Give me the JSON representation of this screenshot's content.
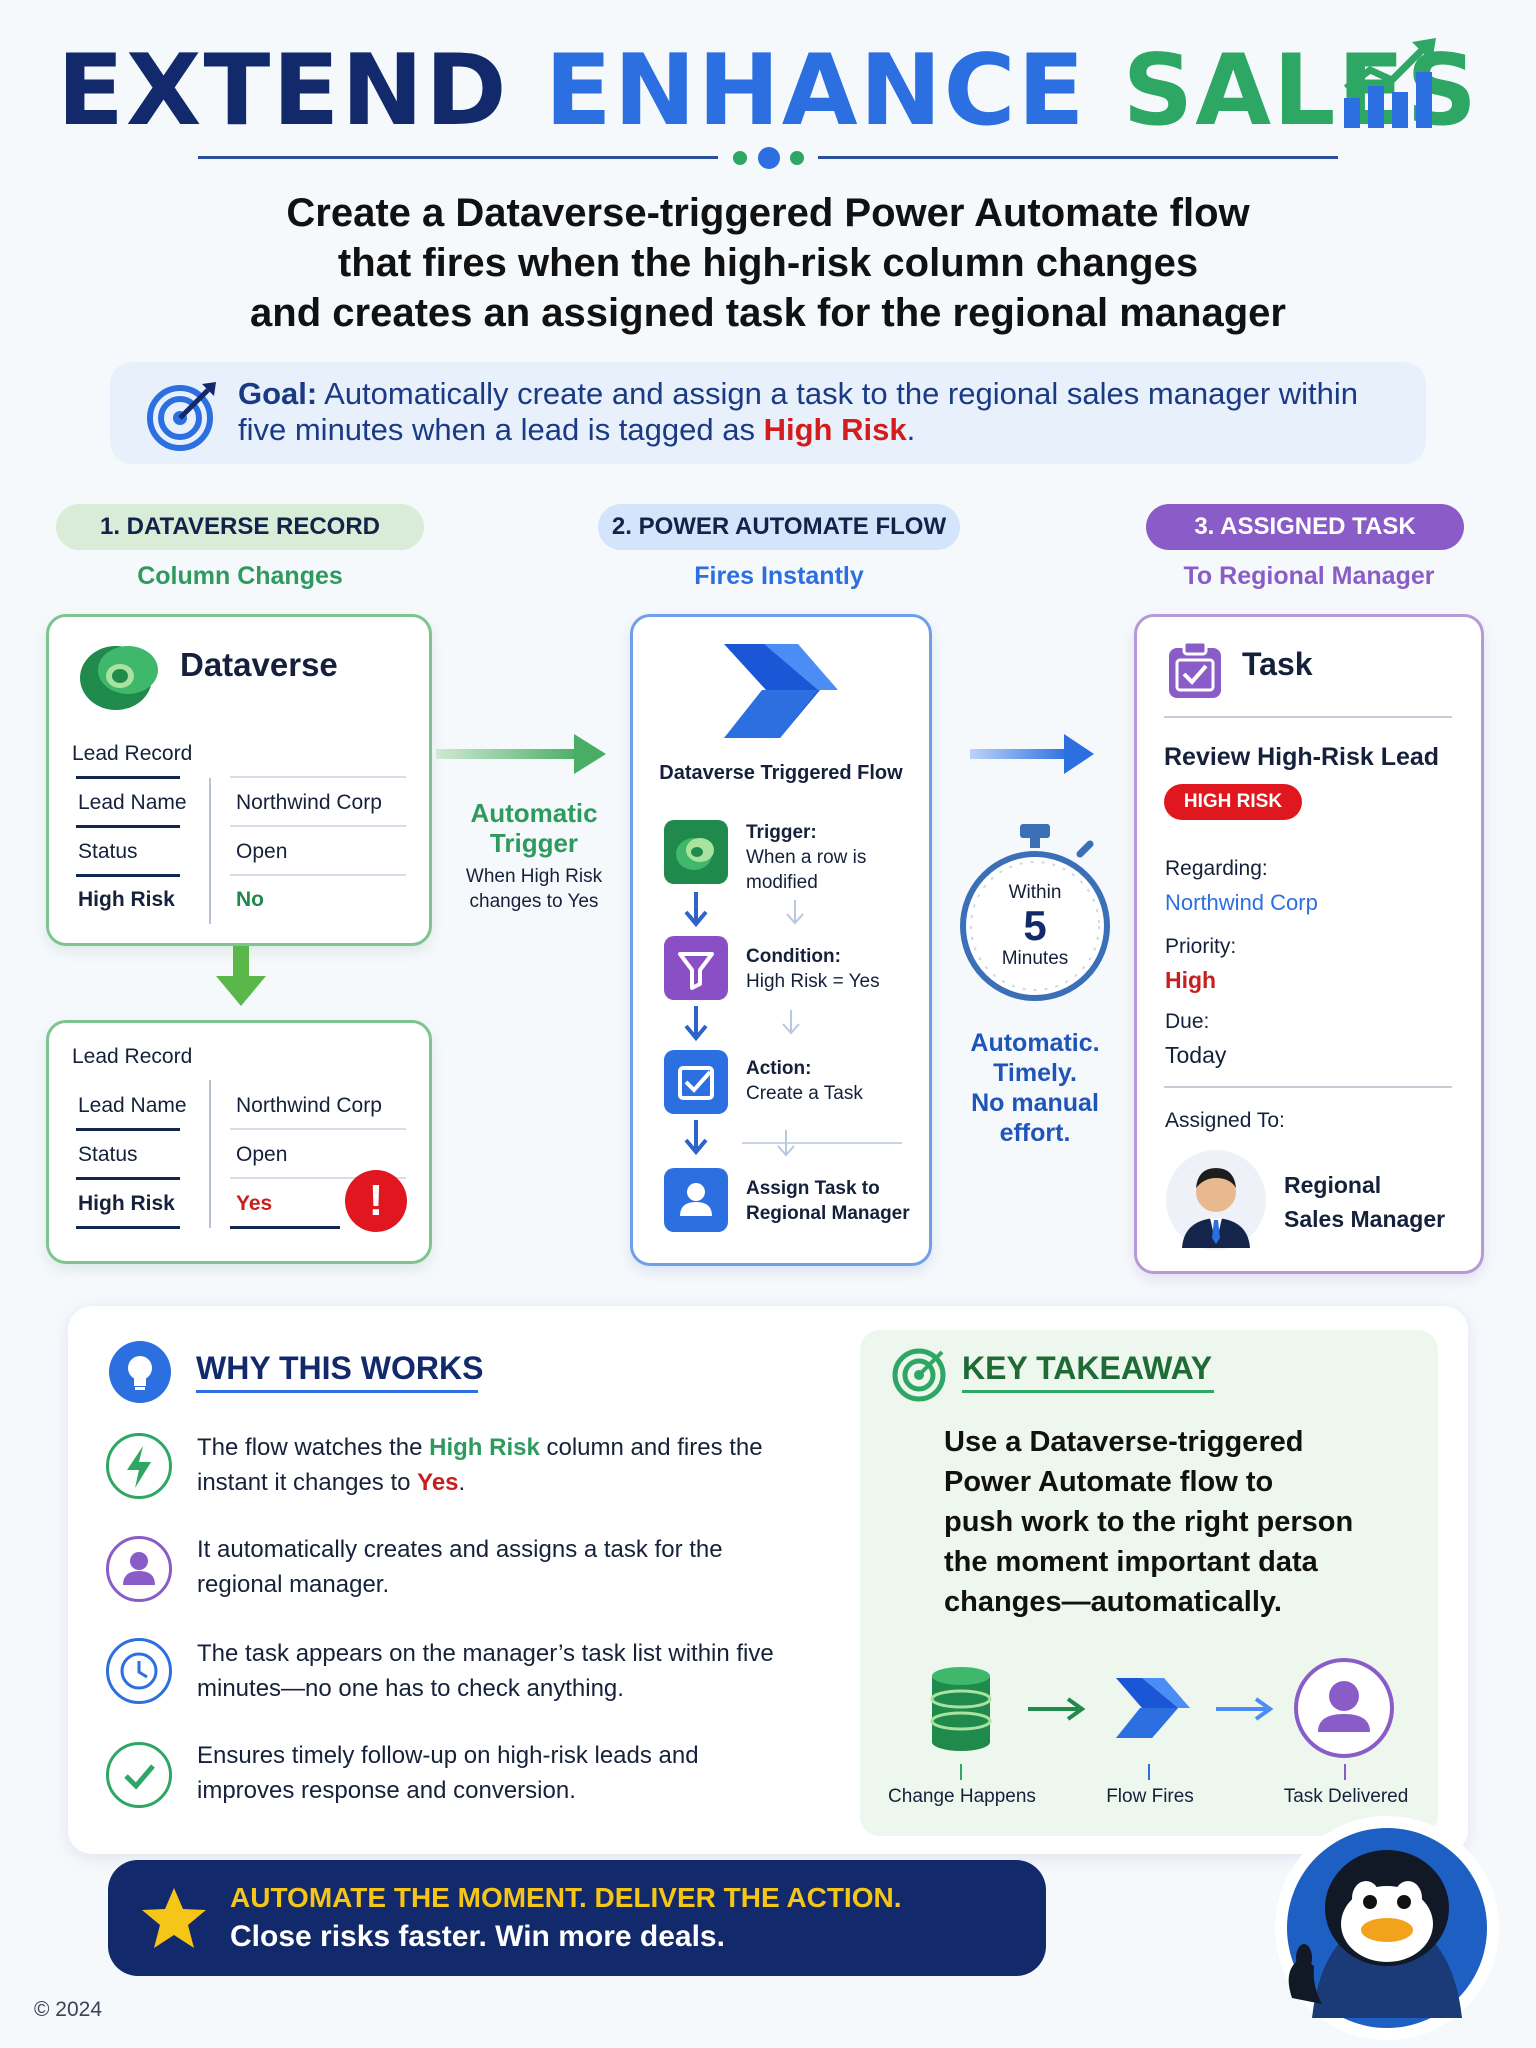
{
  "header": {
    "title_part1": "EXTEND",
    "title_part2": "ENHANCE",
    "title_part3": "SALES",
    "subtitle_line1": "Create a Dataverse-triggered Power Automate flow",
    "subtitle_line2": "that fires when the high-risk column changes",
    "subtitle_line3": "and creates an assigned task for the regional manager"
  },
  "goal": {
    "label": "Goal:",
    "text_before": "Automatically create and assign a task to the regional sales manager within five minutes when a lead is tagged as",
    "highlight": "High Risk",
    "text_after": "."
  },
  "steps": [
    {
      "pill": "1. DATAVERSE RECORD",
      "sub": "Column Changes"
    },
    {
      "pill": "2. POWER AUTOMATE FLOW",
      "sub": "Fires Instantly"
    },
    {
      "pill": "3. ASSIGNED TASK",
      "sub": "To Regional Manager"
    }
  ],
  "dataverse": {
    "name": "Dataverse",
    "record_title": "Lead Record",
    "rows": [
      {
        "label": "Lead Name",
        "value": "Northwind Corp"
      },
      {
        "label": "Status",
        "value": "Open"
      },
      {
        "label": "High Risk",
        "value": "No"
      }
    ],
    "record2_title": "Lead Record",
    "rows2": [
      {
        "label": "Lead Name",
        "value": "Northwind Corp"
      },
      {
        "label": "Status",
        "value": "Open"
      },
      {
        "label": "High Risk",
        "value": "Yes"
      }
    ],
    "alert_mark": "!"
  },
  "trigger_note": {
    "title_line1": "Automatic",
    "title_line2": "Trigger",
    "desc_line1": "When High Risk",
    "desc_line2": "changes to Yes"
  },
  "flow": {
    "title": "Dataverse Triggered Flow",
    "steps": [
      {
        "title": "Trigger:",
        "line1": "When a row is",
        "line2": "modified"
      },
      {
        "title": "Condition:",
        "line1": "High Risk = Yes",
        "line2": ""
      },
      {
        "title": "Action:",
        "line1": "Create a Task",
        "line2": ""
      },
      {
        "title": "Assign Task to",
        "line1": "Regional Manager",
        "line2": ""
      }
    ]
  },
  "timer": {
    "within": "Within",
    "number": "5",
    "unit": "Minutes",
    "caption_line1": "Automatic.",
    "caption_line2": "Timely.",
    "caption_line3": "No manual",
    "caption_line4": "effort."
  },
  "task": {
    "header": "Task",
    "title": "Review High-Risk Lead",
    "badge": "HIGH RISK",
    "regarding_label": "Regarding:",
    "regarding_value": "Northwind Corp",
    "priority_label": "Priority:",
    "priority_value": "High",
    "due_label": "Due:",
    "due_value": "Today",
    "assigned_label": "Assigned To:",
    "assignee_line1": "Regional",
    "assignee_line2": "Sales Manager"
  },
  "why": {
    "heading": "WHY THIS WORKS",
    "item1": {
      "a": "The flow watches the ",
      "b": "High Risk",
      "c": " column and fires the instant it changes to ",
      "d": "Yes",
      "e": "."
    },
    "item2": "It automatically creates and assigns a task for the regional manager.",
    "item3": "The task appears on the manager’s task list within five minutes—no one has to check anything.",
    "item4": "Ensures timely follow-up on high-risk leads and improves response and conversion."
  },
  "takeaway": {
    "heading": "KEY TAKEAWAY",
    "line1": "Use a Dataverse-triggered",
    "line2": "Power Automate flow to",
    "line3": "push work to the right person",
    "line4": "the moment important data",
    "line5": "changes—automatically.",
    "labels": [
      "Change Happens",
      "Flow Fires",
      "Task Delivered"
    ]
  },
  "banner": {
    "line1": "AUTOMATE THE MOMENT. DELIVER THE ACTION.",
    "line2": "Close risks faster. Win more deals."
  },
  "footer": {
    "copyright": "© 2024"
  },
  "colors": {
    "navy": "#12296b",
    "blue": "#2b6fe0",
    "green": "#2ea664",
    "purple": "#8a5cc7",
    "red": "#d41c1c",
    "gold": "#f5c518"
  }
}
